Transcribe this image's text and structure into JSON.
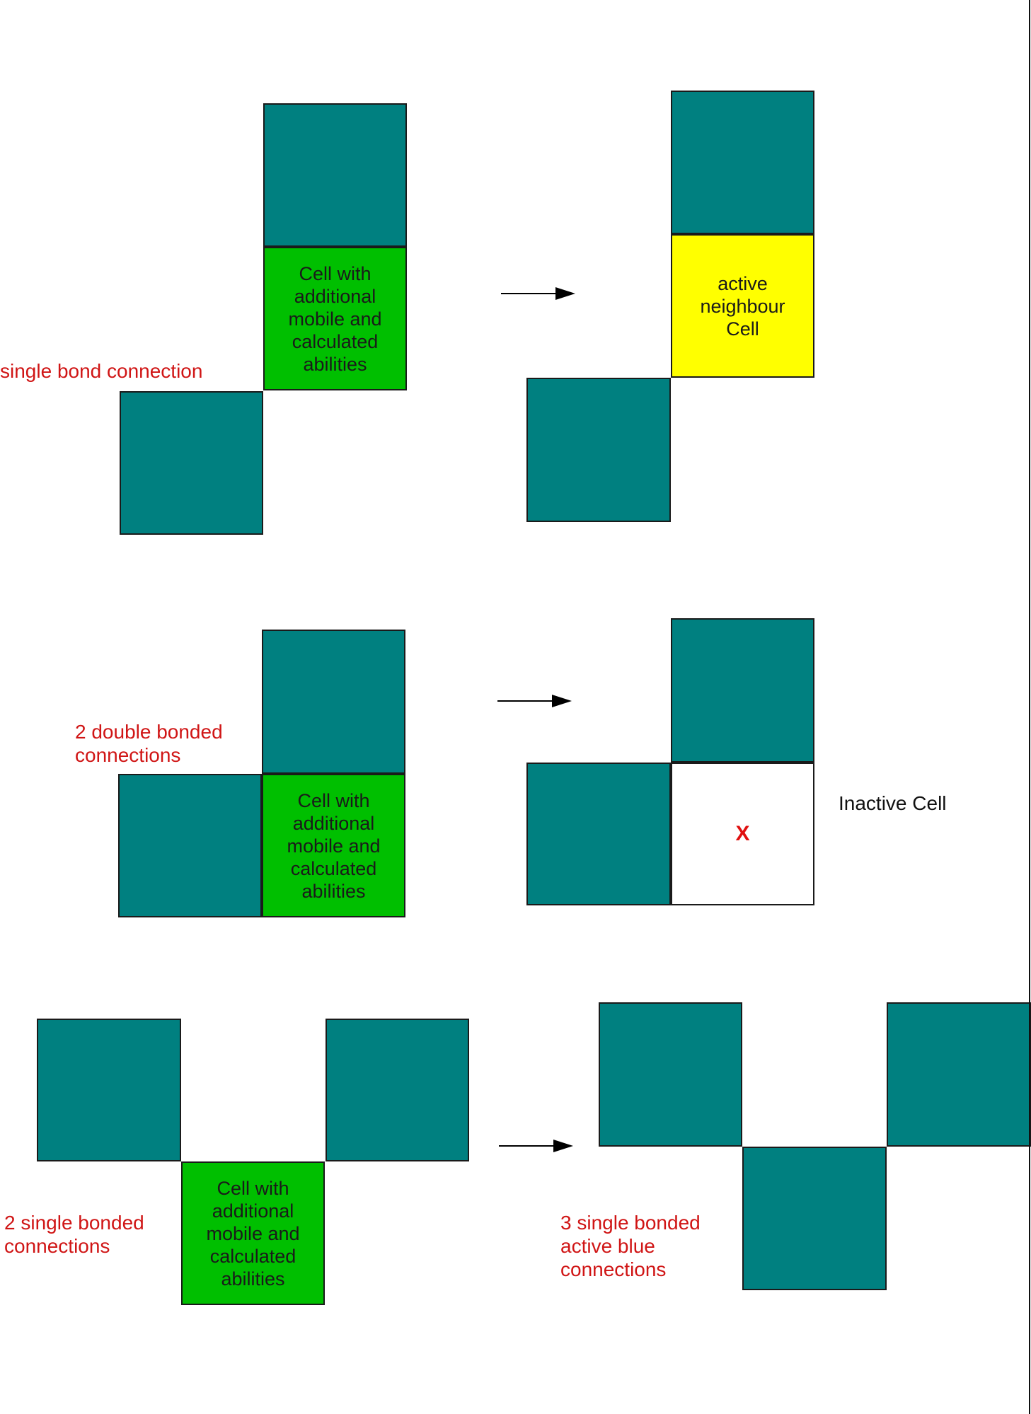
{
  "colors": {
    "teal": "#008080",
    "green": "#00bf00",
    "yellow": "#ffff00",
    "label_red": "#d01515",
    "mark_red": "#e01010"
  },
  "cells": {
    "green_cell_text": "Cell with\nadditional\nmobile and\ncalculated\nabilities",
    "yellow_cell_text": "active\nneighbour\nCell",
    "inactive_mark": "X"
  },
  "labels": {
    "single_bond": "single bond connection",
    "double_bonded": "2 double bonded\nconnections",
    "inactive_cell": "Inactive Cell",
    "two_single_bonded": "2 single bonded\nconnections",
    "three_single_bonded": "3 single bonded\nactive blue\nconnections"
  },
  "icons": {
    "arrow": "arrow-right-icon"
  }
}
